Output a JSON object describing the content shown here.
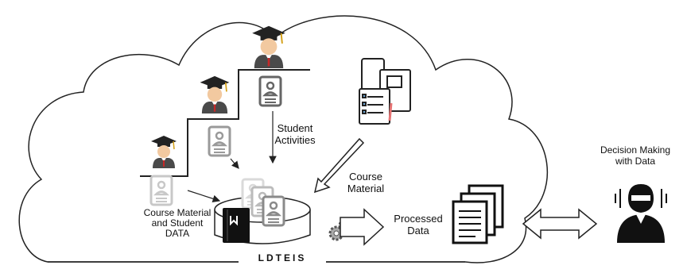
{
  "labels": {
    "student_activities_line1": "Student",
    "student_activities_line2": "Activities",
    "course_material_line1": "Course",
    "course_material_line2": "Material",
    "store_line1": "Course Material",
    "store_line2": "and Student",
    "store_line3": "DATA",
    "processed_line1": "Processed",
    "processed_line2": "Data",
    "decision_line1": "Decision Making",
    "decision_line2": "with Data",
    "cloud_label": "LDTEIS"
  },
  "icons": {
    "graduate": "graduate-student-icon",
    "student_record": "student-record-icon",
    "course_books": "course-books-icon",
    "database": "database-cylinder-icon",
    "gears": "gears-icon",
    "documents": "processed-documents-icon",
    "decision_maker": "decision-maker-icon"
  },
  "colors": {
    "stroke": "#222222",
    "record_light": "#c8c8c8",
    "record_mid": "#9a9a9a",
    "record_dark": "#666666",
    "gown": "#4a4a4a",
    "skin": "#f2c9a0",
    "tie": "#c62828"
  }
}
